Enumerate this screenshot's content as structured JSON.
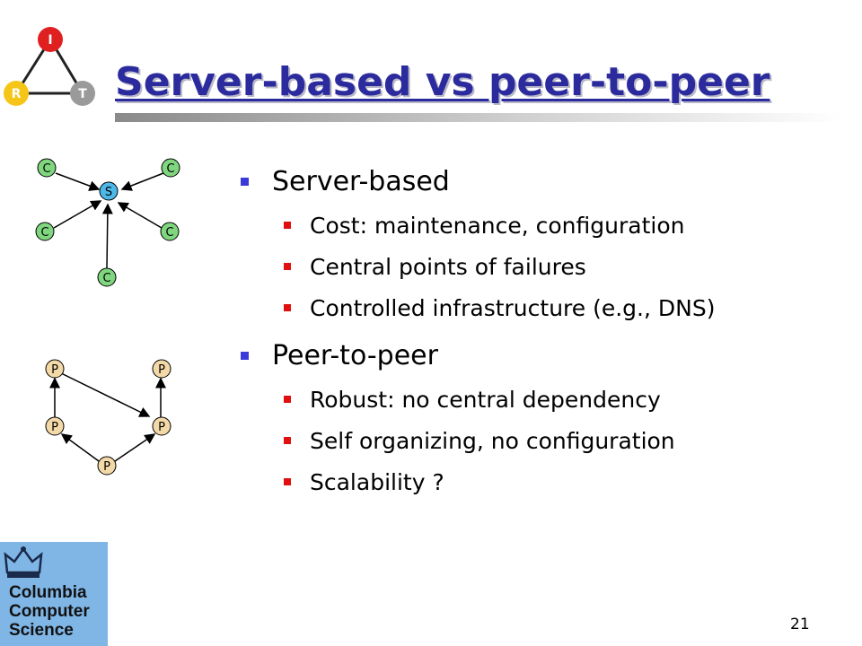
{
  "slide": {
    "title": "Server-based vs peer-to-peer",
    "page_number": "21"
  },
  "logo_irt": {
    "nodes": [
      "I",
      "R",
      "T"
    ],
    "colors": [
      "#e02020",
      "#f5c518",
      "#9a9a9a"
    ]
  },
  "bullets": [
    {
      "label": "Server-based",
      "subitems": [
        "Cost: maintenance, configuration",
        "Central points of failures",
        "Controlled infrastructure (e.g., DNS)"
      ]
    },
    {
      "label": "Peer-to-peer",
      "subitems": [
        "Robust: no central dependency",
        "Self organizing, no configuration",
        "Scalability ?"
      ]
    }
  ],
  "diagram_server": {
    "center_label": "S",
    "client_label": "C",
    "node_color": "#7fd67f",
    "center_color": "#4db8e8"
  },
  "diagram_p2p": {
    "peer_label": "P",
    "node_color": "#f4d9a8"
  },
  "columbia_logo": {
    "lines": [
      "Columbia",
      "Computer",
      "Science"
    ]
  },
  "colors": {
    "title": "#2b2b9e",
    "bullet_l1": "#3a3ad8",
    "bullet_l2": "#e01010"
  }
}
